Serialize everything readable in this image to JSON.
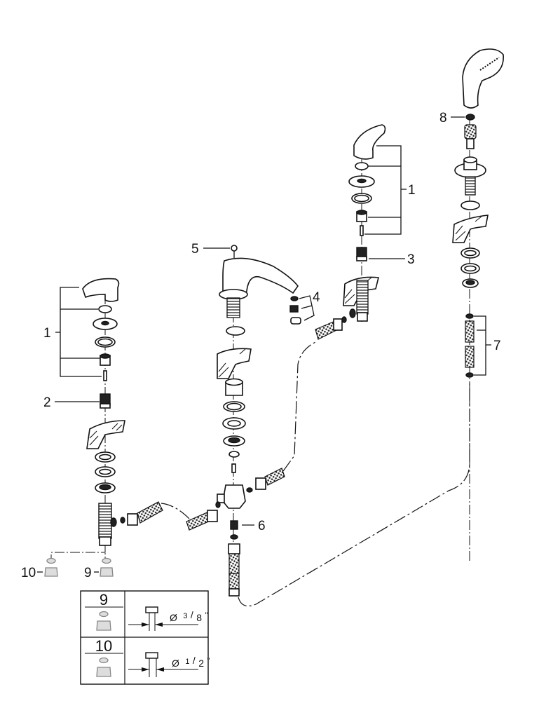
{
  "diagram": {
    "type": "exploded-parts-view",
    "subject": "four-hole bath mixer with hand shower",
    "callouts": [
      {
        "id": "1",
        "label": "1",
        "part": "lever handle kit (left)"
      },
      {
        "id": "1b",
        "label": "1",
        "part": "lever handle kit (right)"
      },
      {
        "id": "2",
        "label": "2",
        "part": "cartridge (left valve)"
      },
      {
        "id": "3",
        "label": "3",
        "part": "cartridge (right valve)"
      },
      {
        "id": "4",
        "label": "4",
        "part": "aerator set"
      },
      {
        "id": "5",
        "label": "5",
        "part": "diverter knob"
      },
      {
        "id": "6",
        "label": "6",
        "part": "non-return valve"
      },
      {
        "id": "7",
        "label": "7",
        "part": "hose connector set"
      },
      {
        "id": "8",
        "label": "8",
        "part": "hand shower washer"
      },
      {
        "id": "9",
        "label": "9",
        "part": "compression fitting 3/8\""
      },
      {
        "id": "10",
        "label": "10",
        "part": "compression fitting 1/2\""
      }
    ],
    "legend_table": {
      "rows": [
        {
          "number": "9",
          "diameter_symbol": "Ø",
          "numerator": "3",
          "denominator": "8",
          "unit": "\""
        },
        {
          "number": "10",
          "diameter_symbol": "Ø",
          "numerator": "1",
          "denominator": "2",
          "unit": "\""
        }
      ]
    }
  }
}
